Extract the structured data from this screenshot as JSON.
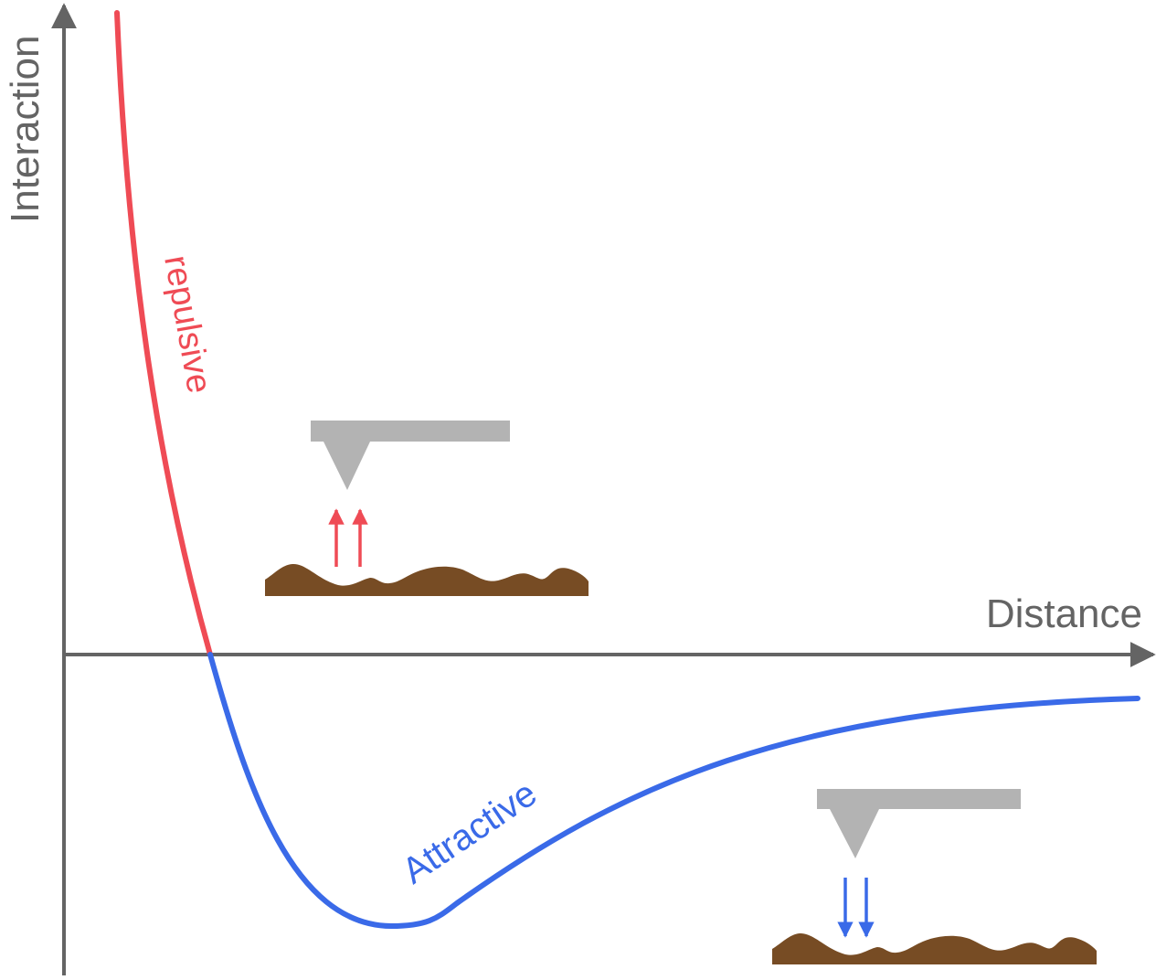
{
  "axes": {
    "y_label": "Interaction",
    "x_label": "Distance"
  },
  "curve": {
    "repulsive_label": "repulsive",
    "attractive_label": "Attractive"
  },
  "colors": {
    "axis": "#646464",
    "repulsive": "#ef4b55",
    "attractive": "#3a6ae8",
    "cantilever": "#b3b3b3",
    "surface": "#774c24"
  },
  "icons": {
    "repulsive_scene": [
      "cantilever-tip-icon",
      "up-arrows-icon",
      "rough-surface-icon"
    ],
    "attractive_scene": [
      "cantilever-tip-icon",
      "down-arrows-icon",
      "rough-surface-icon"
    ]
  }
}
